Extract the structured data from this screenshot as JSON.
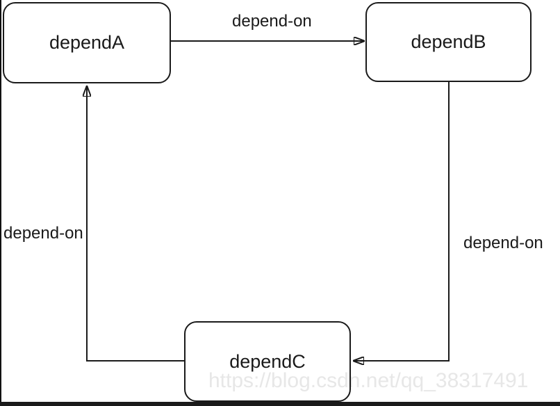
{
  "diagram": {
    "background": "#ffffff",
    "nodes": [
      {
        "id": "dependA",
        "label": "dependA"
      },
      {
        "id": "dependB",
        "label": "dependB"
      },
      {
        "id": "dependC",
        "label": "dependC"
      }
    ],
    "edges": [
      {
        "from": "dependA",
        "to": "dependB",
        "label": "depend-on"
      },
      {
        "from": "dependB",
        "to": "dependC",
        "label": "depend-on"
      },
      {
        "from": "dependC",
        "to": "dependA",
        "label": "depend-on"
      }
    ],
    "watermark": "https://blog.csdn.net/qq_38317491",
    "colors": {
      "node_border": "#1a1a1a",
      "node_fill": "#ffffff",
      "edge_line": "#1a1a1a",
      "label_text": "#1a1a1a",
      "watermark_text": "#e7e7e7",
      "frame": "#111111"
    }
  }
}
